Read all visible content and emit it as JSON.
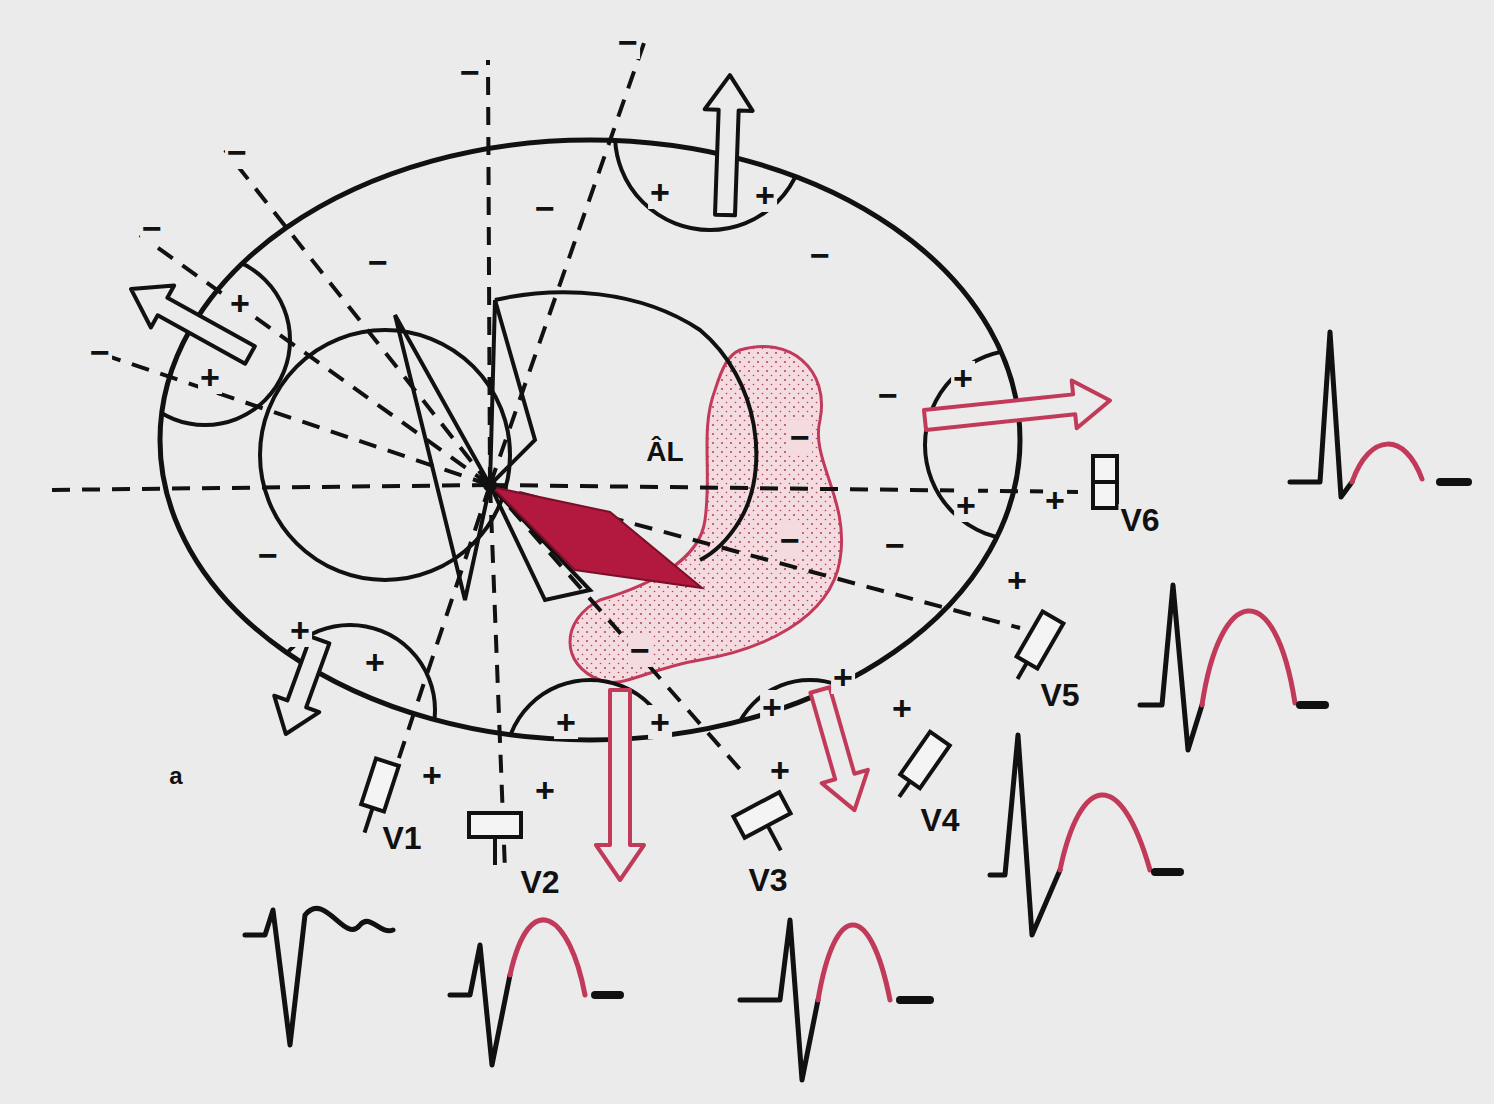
{
  "diagram": {
    "labels": [
      "−",
      "−",
      "−",
      "−",
      "−",
      "−",
      "−",
      "−",
      "−",
      "−",
      "−",
      "−",
      "−",
      "−",
      "+",
      "+",
      "+",
      "+",
      "+",
      "+",
      "+",
      "+",
      "+",
      "+",
      "+",
      "+",
      "+",
      "+",
      "+",
      "+",
      "+",
      "+",
      "V1",
      "V2",
      "V3",
      "V4",
      "V5",
      "V6",
      "ÂL",
      "а"
    ]
  }
}
